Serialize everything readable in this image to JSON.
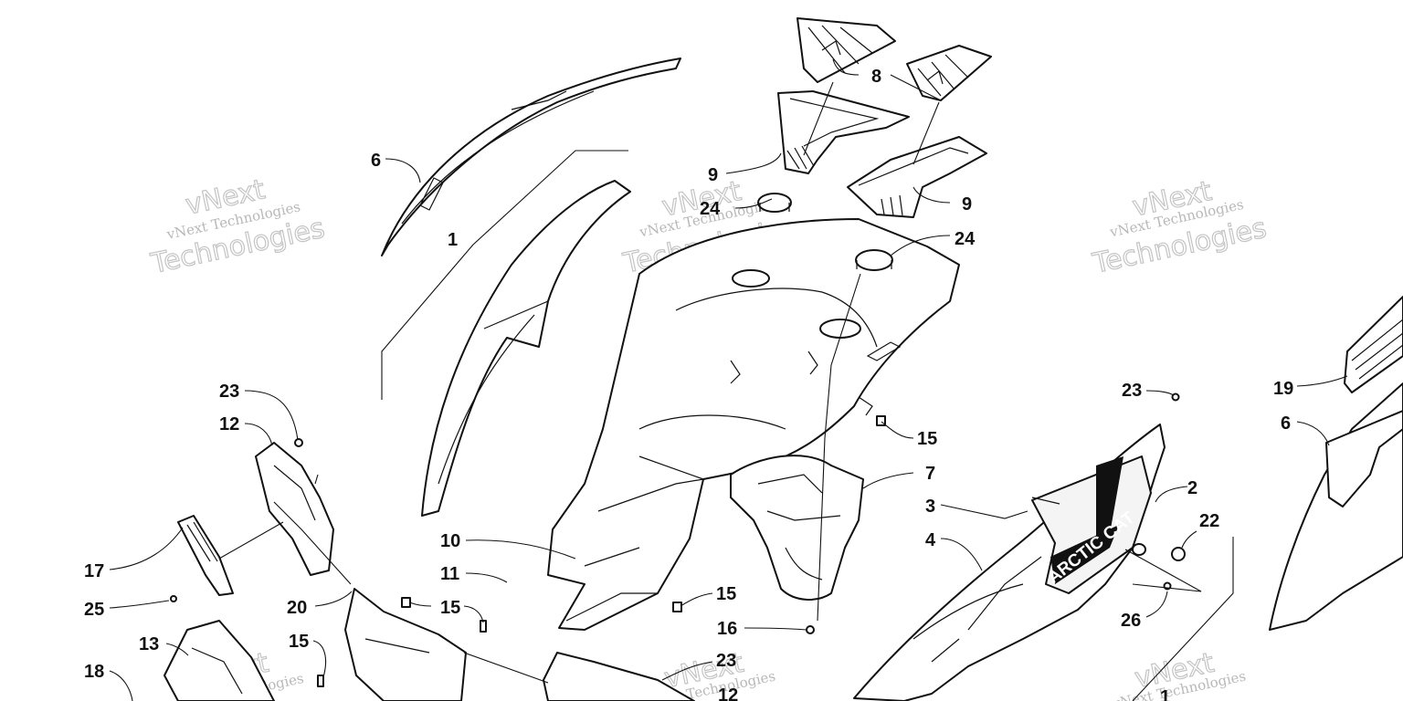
{
  "diagram": {
    "callouts": [
      "1",
      "2",
      "3",
      "4",
      "6",
      "7",
      "8",
      "9",
      "10",
      "11",
      "12",
      "13",
      "15",
      "16",
      "17",
      "18",
      "19",
      "20",
      "22",
      "23",
      "24",
      "25",
      "26"
    ],
    "watermark": {
      "line1": "vNext Technologies",
      "line2": "vNext",
      "line3": "Technologies"
    },
    "decal_text": "ARCTIC CAT"
  }
}
